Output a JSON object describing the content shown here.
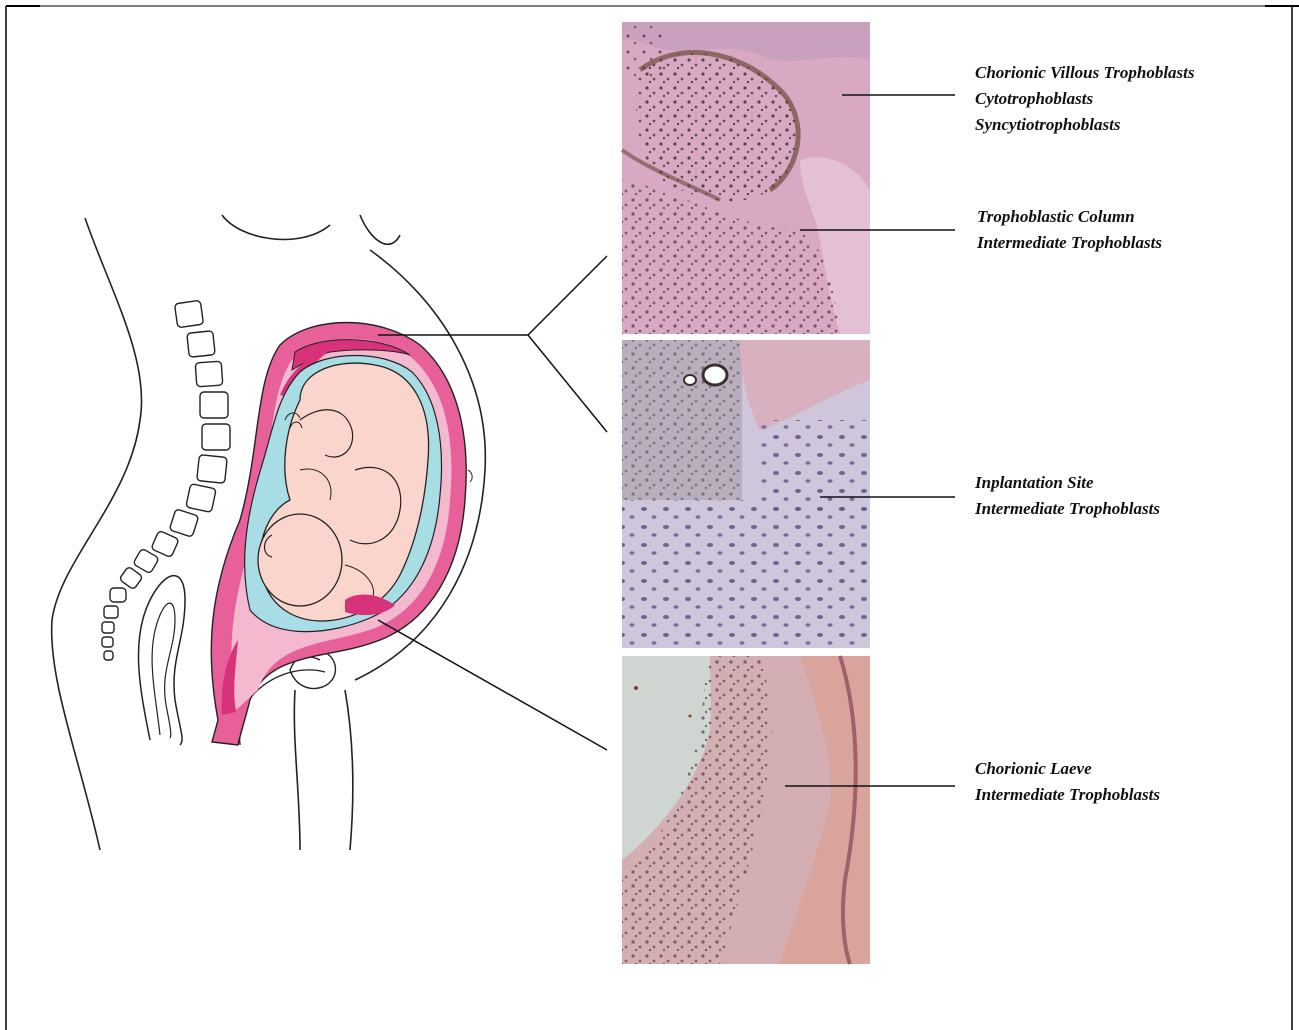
{
  "labels": {
    "villous": {
      "line1": "Chorionic Villous Trophoblasts",
      "line2": "Cytotrophoblasts",
      "line3": "Syncytiotrophoblasts"
    },
    "column": {
      "line1": "Trophoblastic Column",
      "line2": "Intermediate Trophoblasts"
    },
    "implantation": {
      "line1": "Inplantation Site",
      "line2": "Intermediate Trophoblasts"
    },
    "laeve": {
      "line1": "Chorionic Laeve",
      "line2": "Intermediate Trophoblasts"
    }
  },
  "panels": [
    {
      "name": "villous-column-micrograph",
      "stain": "H&E"
    },
    {
      "name": "implantation-site-micrograph",
      "stain": "H&E"
    },
    {
      "name": "chorion-laeve-micrograph",
      "stain": "H&E"
    }
  ],
  "colors": {
    "uterus_wall": "#e8609a",
    "uterus_light": "#f4b8cf",
    "amniotic_fluid": "#a9dde6",
    "fetus_skin": "#f9d5cc",
    "micrograph_pink": "#d9a9c4",
    "micrograph_lavender": "#cfc6dc",
    "micrograph_salmon": "#d8a49c"
  }
}
